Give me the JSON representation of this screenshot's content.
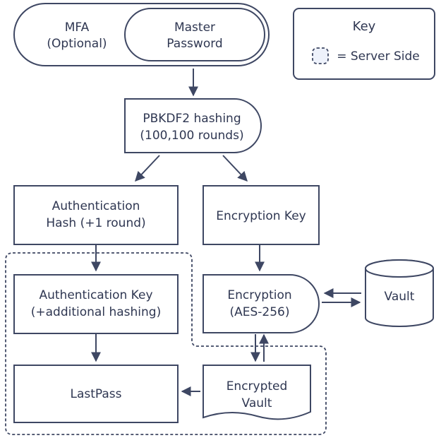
{
  "inputs": {
    "mfa": [
      "MFA",
      "(Optional)"
    ],
    "master_password": [
      "Master",
      "Password"
    ]
  },
  "key": {
    "title": "Key",
    "legend": "= Server Side"
  },
  "pbkdf2": [
    "PBKDF2 hashing",
    "(100,100 rounds)"
  ],
  "auth_hash": [
    "Authentication",
    "Hash (+1 round)"
  ],
  "encryption_key": "Encryption Key",
  "auth_key": [
    "Authentication Key",
    "(+additional hashing)"
  ],
  "encryption": [
    "Encryption",
    "(AES-256)"
  ],
  "vault": "Vault",
  "lastpass": "LastPass",
  "encrypted_vault": [
    "Encrypted",
    "Vault"
  ],
  "colors": {
    "stroke": "#3e4763",
    "text": "#2f3752",
    "background": "#ffffff"
  }
}
